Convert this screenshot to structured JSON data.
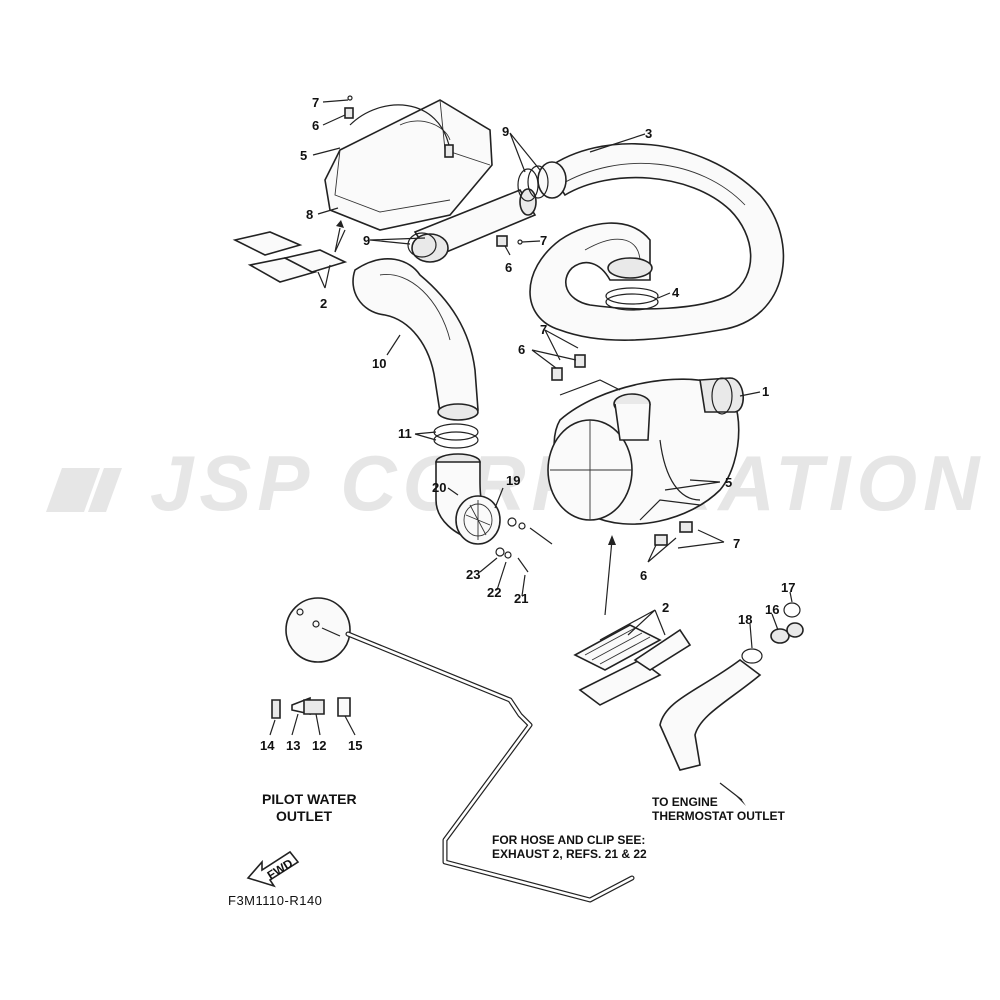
{
  "watermark": {
    "text": "JSP CORPORATION"
  },
  "callouts": {
    "c1": "1",
    "c2_top": "2",
    "c2_bottom": "2",
    "c3": "3",
    "c4": "4",
    "c5_top": "5",
    "c5_right": "5",
    "c6_top": "6",
    "c6_mid": "6",
    "c6_left": "6",
    "c6_right": "6",
    "c7_top": "7",
    "c7_mid": "7",
    "c7_left": "7",
    "c7_right": "7",
    "c8": "8",
    "c9_top": "9",
    "c9_left": "9",
    "c10": "10",
    "c11": "11",
    "c12": "12",
    "c13": "13",
    "c14": "14",
    "c15": "15",
    "c16": "16",
    "c17": "17",
    "c18": "18",
    "c19": "19",
    "c20": "20",
    "c21": "21",
    "c22": "22",
    "c23": "23"
  },
  "notes": {
    "pilot_line1": "PILOT WATER",
    "pilot_line2": "OUTLET",
    "hose_line1": "FOR HOSE AND CLIP SEE:",
    "hose_line2": "EXHAUST 2, REFS. 21 & 22",
    "engine_line1": "TO ENGINE",
    "engine_line2": "THERMOSTAT OUTLET",
    "fwd": "FWD",
    "figure_code": "F3M1110-R140"
  }
}
